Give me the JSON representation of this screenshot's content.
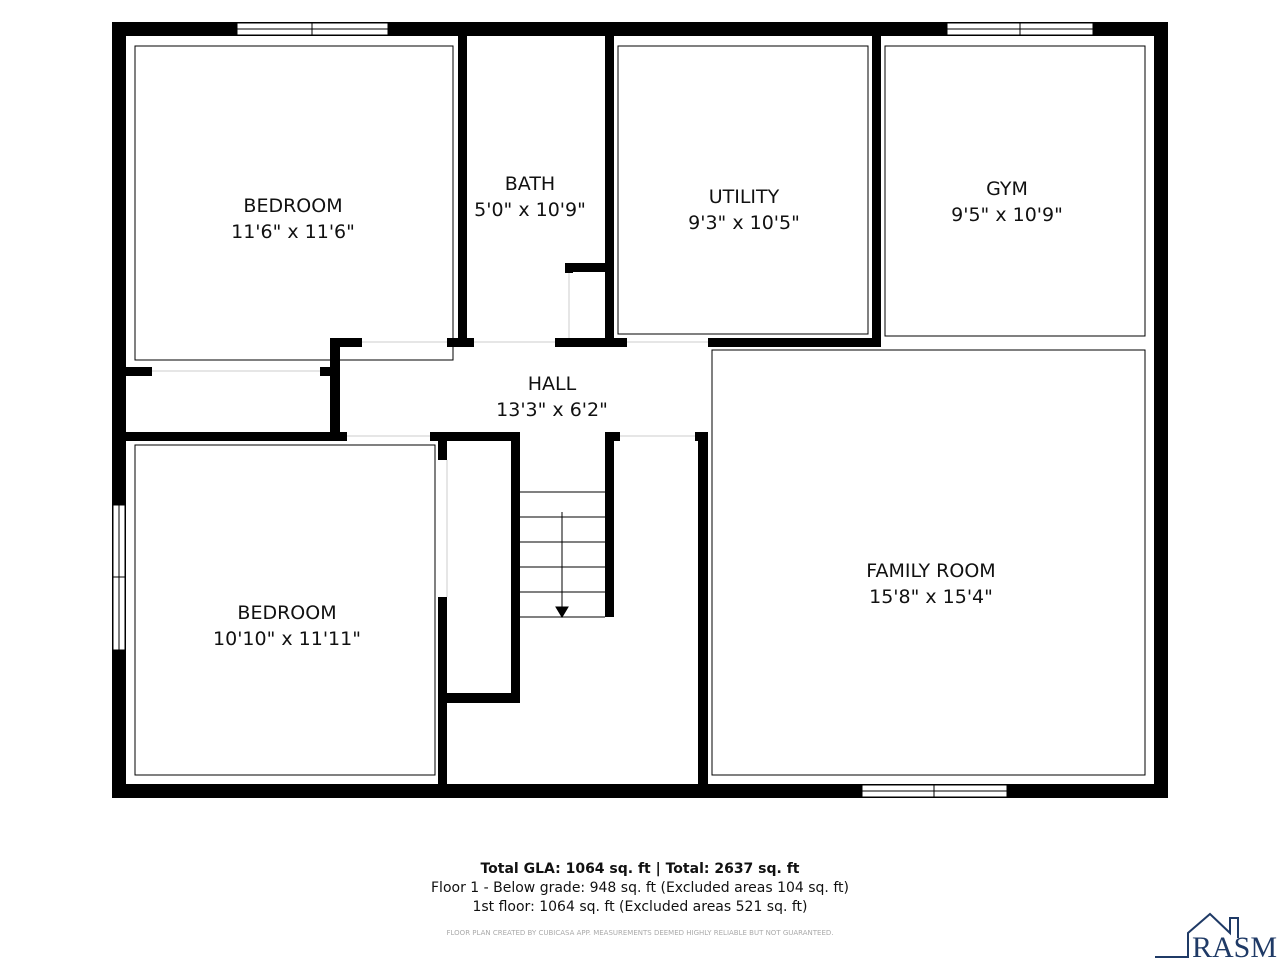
{
  "rooms": [
    {
      "name": "BEDROOM",
      "dims": "11'6\" x 11'6\""
    },
    {
      "name": "BATH",
      "dims": "5'0\" x 10'9\""
    },
    {
      "name": "UTILITY",
      "dims": "9'3\" x 10'5\""
    },
    {
      "name": "GYM",
      "dims": "9'5\" x 10'9\""
    },
    {
      "name": "HALL",
      "dims": "13'3\" x 6'2\""
    },
    {
      "name": "BEDROOM",
      "dims": "10'10\" x 11'11\""
    },
    {
      "name": "FAMILY ROOM",
      "dims": "15'8\" x 15'4\""
    }
  ],
  "footer": {
    "totals": "Total GLA: 1064 sq. ft | Total: 2637 sq. ft",
    "floor1": "Floor 1 - Below grade: 948 sq. ft (Excluded areas 104 sq. ft)",
    "first_floor": "1st floor: 1064 sq. ft (Excluded areas 521 sq. ft)",
    "disclaimer": "FLOOR PLAN CREATED BY CUBICASA APP. MEASUREMENTS DEEMED HIGHLY RELIABLE BUT NOT GUARANTEED."
  },
  "logo": {
    "text": "RASM",
    "color": "#1f3a66"
  }
}
